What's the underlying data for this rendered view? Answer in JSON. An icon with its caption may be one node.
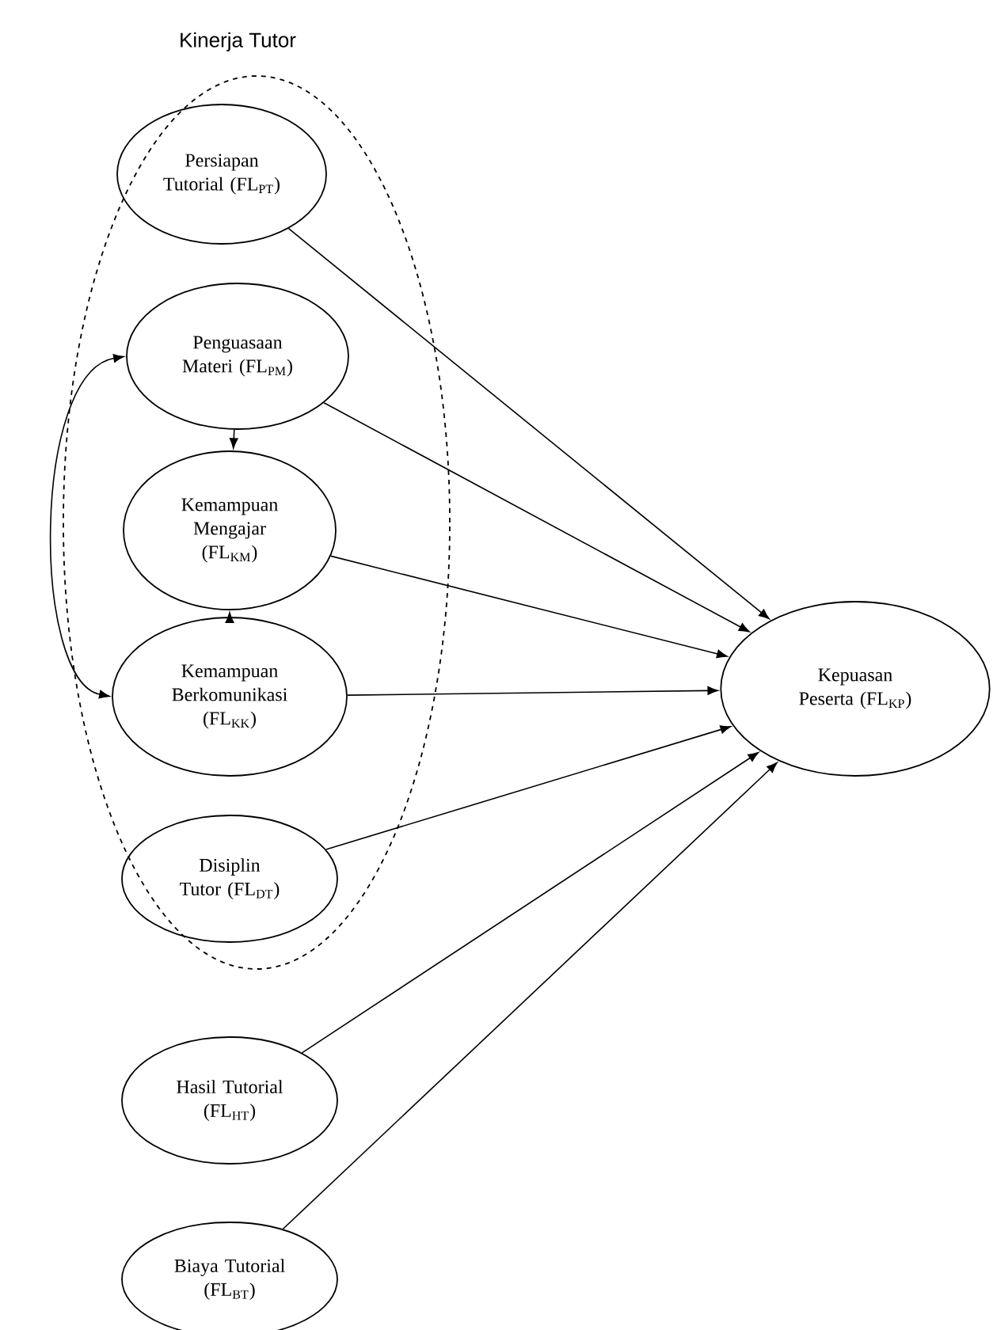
{
  "diagram": {
    "nodes": [
      {
        "text": [
          "Kinerja Tutor"
        ]
      },
      {
        "text": [
          "Persiapan Tutorial (FL$_{PT}$)"
        ],
        "in": 0
      },
      {
        "text": [
          "Penguasaan Materi (FL$_{PM}$)"
        ],
        "in": 0
      },
      {
        "text": [
          "Kemampuan Mengajar (FL$_{KM}$)"
        ],
        "in": 0
      },
      {
        "text": [
          "Kemampuan Berkomunikasi (FL$_{KK}$)"
        ],
        "in": 0
      },
      {
        "text": [
          "Disiplin Tutor (FL$_{DT}$)"
        ],
        "in": 0
      },
      {
        "text": [
          "Hasil Tutorial (FL$_{HT}$)"
        ]
      },
      {
        "text": [
          "Biaya Tutorial (FL$_{BT}$)"
        ]
      },
      {
        "text": [
          "Kepuasan Peserta (FL$_{KP}$)"
        ]
      }
    ],
    "edges": [
      {
        "from": 1,
        "to": 8,
        "arrow": "to"
      },
      {
        "from": 2,
        "to": 8,
        "arrow": "to"
      },
      {
        "from": 3,
        "to": 8,
        "arrow": "to"
      },
      {
        "from": 4,
        "to": 8,
        "arrow": "to"
      },
      {
        "from": 5,
        "to": 8,
        "arrow": "to"
      },
      {
        "from": 6,
        "to": 8,
        "arrow": "to"
      },
      {
        "from": 7,
        "to": 8,
        "arrow": "to"
      },
      {
        "from": 2,
        "to": 3,
        "arrow": "to"
      },
      {
        "from": 4,
        "to": 3,
        "arrow": "to"
      },
      {
        "from": 2,
        "to": 4,
        "arrow": "both"
      }
    ]
  }
}
